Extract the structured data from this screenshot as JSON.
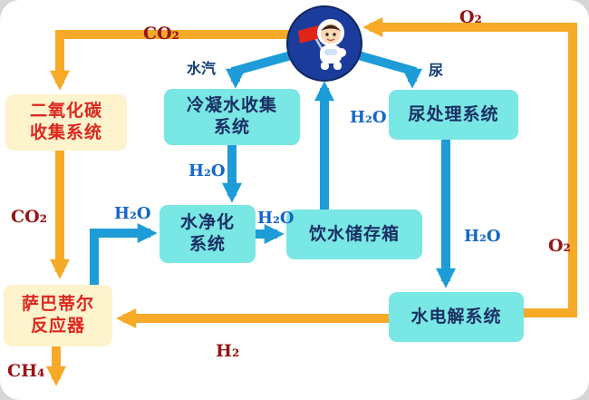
{
  "boxes": {
    "co2_collection": {
      "label": "二氧化碳\n收集系统",
      "type": "yellow"
    },
    "sabatier": {
      "label": "萨巴蒂尔\n反应器",
      "type": "yellow"
    },
    "condensate": {
      "label": "冷凝水收集\n系统",
      "type": "cyan"
    },
    "purification": {
      "label": "水净化\n系统",
      "type": "cyan"
    },
    "drinking_tank": {
      "label": "饮水储存箱",
      "type": "cyan"
    },
    "urine_treatment": {
      "label": "尿处理系统",
      "type": "cyan"
    },
    "electrolysis": {
      "label": "水电解系统",
      "type": "cyan"
    }
  },
  "flow_labels": {
    "co2_top": "CO₂",
    "co2_left": "CO₂",
    "ch4": "CH₄",
    "h2": "H₂",
    "o2_top": "O₂",
    "o2_right": "O₂",
    "water_vapor": "水汽",
    "urine": "尿",
    "h2o_condensate": "H₂O",
    "h2o_sabatier": "H₂O",
    "h2o_purified": "H₂O",
    "h2o_to_astronaut": "H₂O",
    "h2o_urine": "H₂O"
  },
  "colors": {
    "gas_arrow": "#F7A928",
    "water_arrow": "#1E9CD7",
    "cyan_box_bg": "#79E7E4",
    "yellow_box_bg": "#FDF3CD",
    "box_text_red": "#DC281E",
    "box_text_blue": "#1A2F63",
    "gas_label_text": "#961515",
    "water_label_text": "#1467C8",
    "chinese_label_text": "#123C78",
    "astronaut_circle": "#1B3C9C",
    "page_bg": "#FFFFFF"
  }
}
